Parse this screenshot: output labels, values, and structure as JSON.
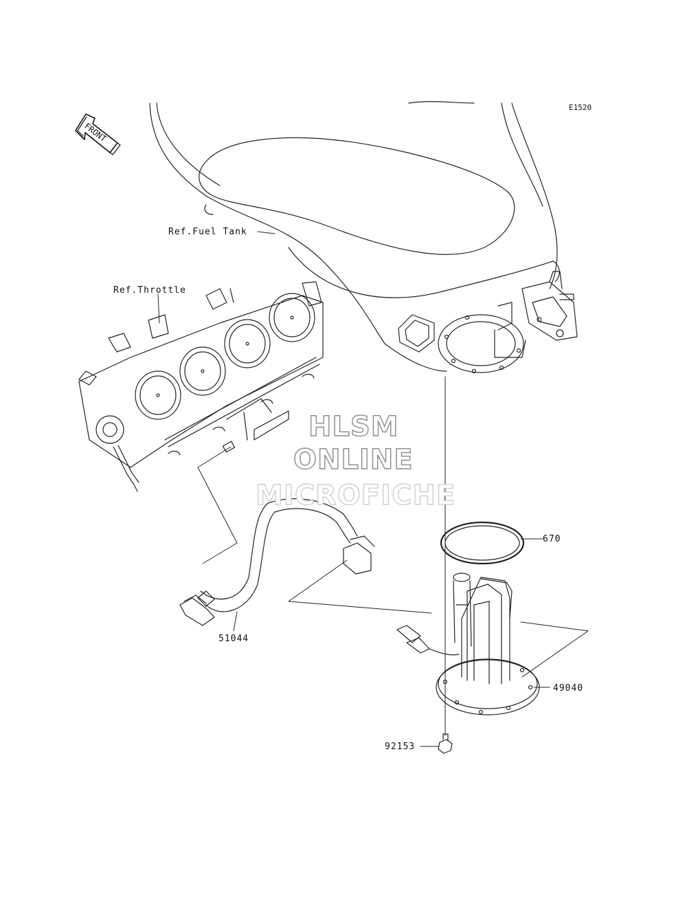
{
  "diagram_code": "E1520",
  "front_arrow_label": "FRONT",
  "references": {
    "fuel_tank": "Ref.Fuel Tank",
    "throttle": "Ref.Throttle"
  },
  "parts": {
    "gasket": "670",
    "hose": "51044",
    "pump": "49040",
    "bolt": "92153"
  },
  "watermark": {
    "line1": "HLSM",
    "line2": "ONLINE",
    "line3": "MICROFICHE"
  }
}
